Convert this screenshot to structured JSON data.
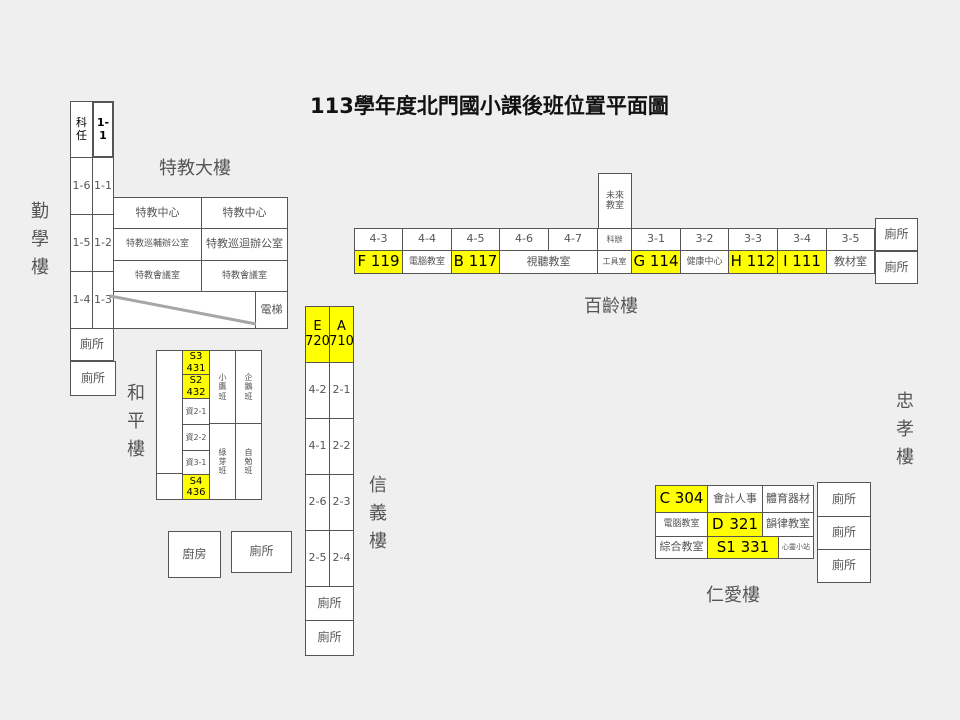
{
  "title": "113學年度北門國小課後班位置平面圖",
  "buildings": {
    "qinxue": "勤學樓",
    "tejiao": "特教大樓",
    "heping": "和平樓",
    "xinyi": "信義樓",
    "bailing": "百齡樓",
    "zhongxiao": "忠孝樓",
    "renai": "仁愛樓"
  },
  "qinxue": {
    "r1": [
      "科任",
      "1-1"
    ],
    "r2": [
      "1-6",
      "1-1"
    ],
    "r3": [
      "1-5",
      "1-2"
    ],
    "r4": [
      "1-4",
      "1-3"
    ],
    "restroom1": "廁所",
    "restroom2": "廁所"
  },
  "tejiao": {
    "c1": "特教中心",
    "c2": "特教中心",
    "o1": "特教巡輔辦公室",
    "o2": "特教巡迴辦公室",
    "m1": "特教會議室",
    "m2": "特教會議室",
    "elevator": "電梯"
  },
  "heping": {
    "s3": [
      "S3",
      "431"
    ],
    "s2": [
      "S2",
      "432"
    ],
    "r21a": "資2-1",
    "r22": "資2-2",
    "r31": "資3-1",
    "s4": [
      "S4",
      "436"
    ],
    "xiaoying": [
      "小",
      "鷹",
      "班"
    ],
    "qie": [
      "企",
      "鵝",
      "班"
    ],
    "lvye": [
      "綠",
      "芽",
      "班"
    ],
    "zimian": [
      "自",
      "勉",
      "班"
    ]
  },
  "kitchen": "廚房",
  "restroom_heping": "廁所",
  "xinyi": {
    "e": [
      "E",
      "720"
    ],
    "a": [
      "A",
      "710"
    ],
    "rows": [
      [
        "4-2",
        "2-1"
      ],
      [
        "4-1",
        "2-2"
      ],
      [
        "2-6",
        "2-3"
      ],
      [
        "2-5",
        "2-4"
      ]
    ],
    "restroom1": "廁所",
    "restroom2": "廁所"
  },
  "bailing": {
    "future": [
      "未來",
      "教室"
    ],
    "top": [
      "4-3",
      "4-4",
      "4-5",
      "4-6",
      "4-7",
      "科辦",
      "3-1",
      "3-2",
      "3-3",
      "3-4",
      "3-5"
    ],
    "f": "F 119",
    "computer": "電腦教室",
    "b": "B 117",
    "av": "視聽教室",
    "tools": "工具室",
    "g": "G 114",
    "health": "健康中心",
    "h": "H 112",
    "i": "I 111",
    "materials": "教材室",
    "restroom1": "廁所",
    "restroom2": "廁所"
  },
  "renai": {
    "c": "C 304",
    "accounting": "會計人事",
    "pe": "體育器材",
    "computer": "電腦教室",
    "d": "D",
    "d_num": "321",
    "rhythm": "韻律教室",
    "general": "綜合教室",
    "s1": "S1 331",
    "counsel": "心靈小站",
    "restroom1": "廁所",
    "restroom2": "廁所",
    "restroom3": "廁所"
  }
}
